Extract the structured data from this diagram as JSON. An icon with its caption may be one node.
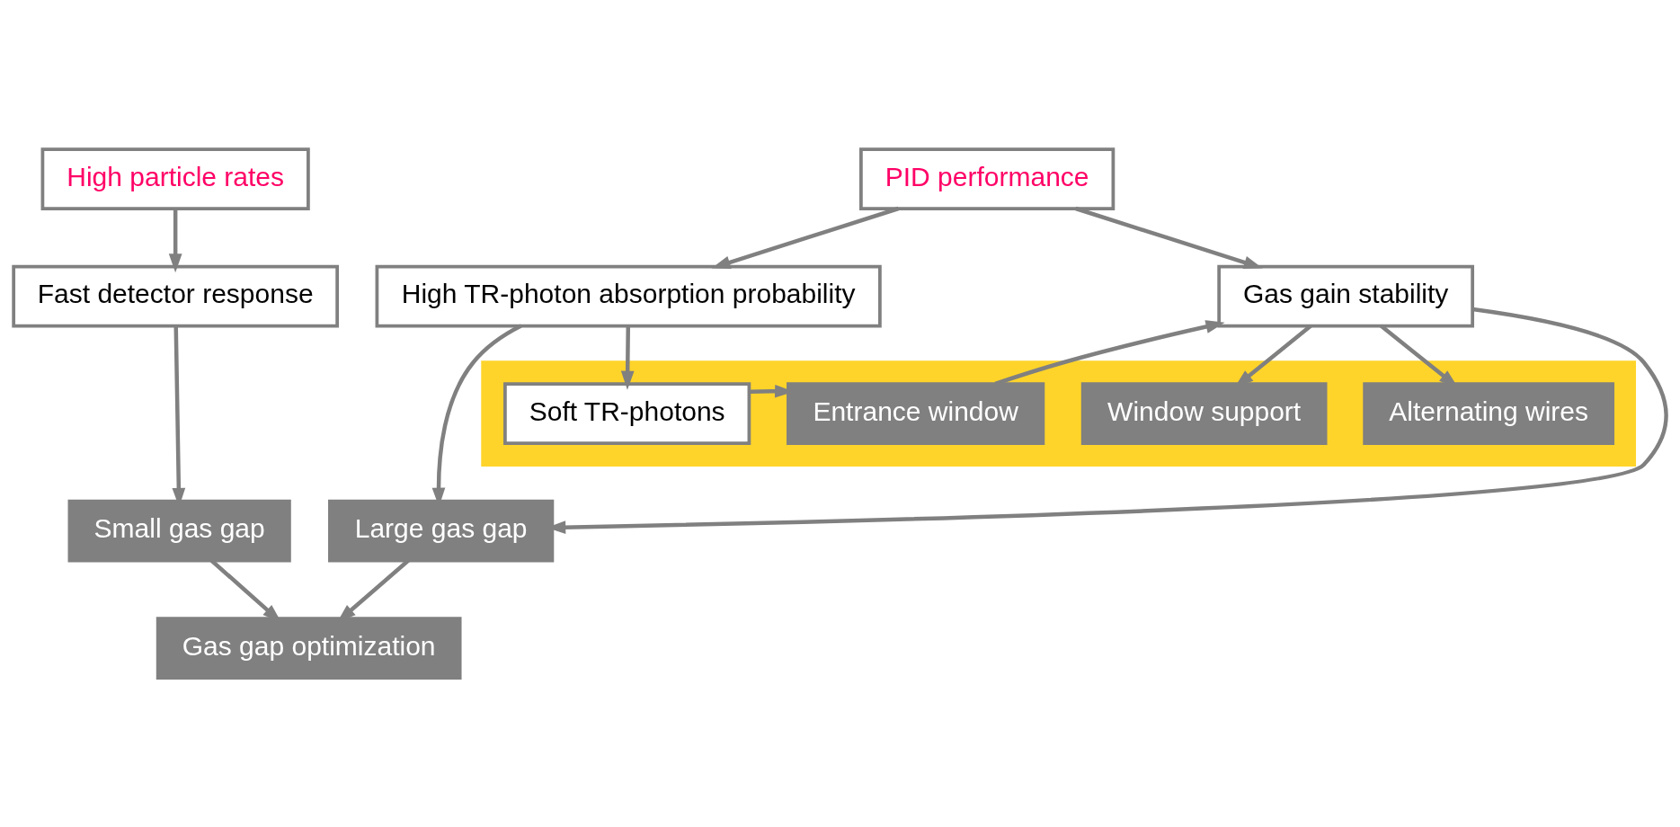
{
  "diagram": {
    "nodes": [
      {
        "text": [
          "High particle rates"
        ]
      },
      {
        "text": [
          "PID performance"
        ]
      },
      {
        "text": [
          "Fast detector response"
        ]
      },
      {
        "text": [
          "High TR-photon absorption probability"
        ]
      },
      {
        "text": [
          "Gas gain stability"
        ]
      },
      {
        "text": [],
        "shape": "bar"
      },
      {
        "text": [
          "Soft TR-photons"
        ],
        "in": 5
      },
      {
        "text": [
          "Entrance window"
        ],
        "in": 5
      },
      {
        "text": [
          "Window support"
        ],
        "in": 5
      },
      {
        "text": [
          "Alternating wires"
        ],
        "in": 5
      },
      {
        "text": [
          "Small gas gap"
        ]
      },
      {
        "text": [
          "Large gas gap"
        ]
      },
      {
        "text": [
          "Gas gap optimization"
        ]
      }
    ],
    "edges": [
      {
        "from": 0,
        "to": 2,
        "arrow": "to"
      },
      {
        "from": 1,
        "to": 3,
        "arrow": "to"
      },
      {
        "from": 1,
        "to": 4,
        "arrow": "to"
      },
      {
        "from": 2,
        "to": 10,
        "arrow": "to"
      },
      {
        "from": 3,
        "to": 6,
        "arrow": "to"
      },
      {
        "from": 3,
        "to": 11,
        "arrow": "to"
      },
      {
        "from": 6,
        "to": 7,
        "arrow": "to"
      },
      {
        "from": 7,
        "to": 4,
        "arrow": "to"
      },
      {
        "from": 4,
        "to": 11,
        "arrow": "to"
      },
      {
        "from": 4,
        "to": 8,
        "arrow": "to"
      },
      {
        "from": 4,
        "to": 9,
        "arrow": "to"
      },
      {
        "from": 10,
        "to": 12,
        "arrow": "to"
      },
      {
        "from": 11,
        "to": 12,
        "arrow": "to"
      }
    ]
  }
}
